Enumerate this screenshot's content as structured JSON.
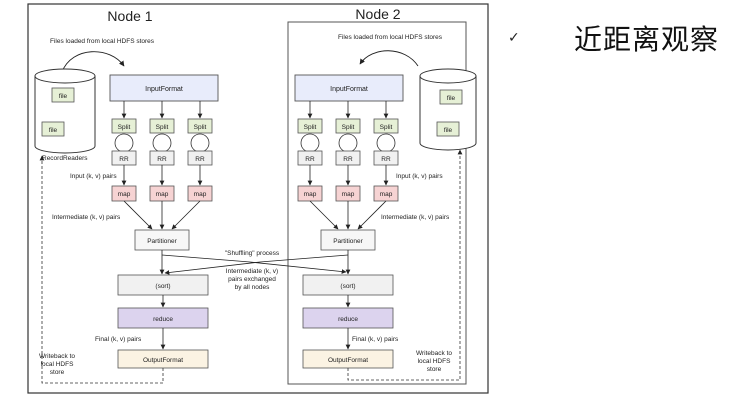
{
  "node1_title": "Node 1",
  "node2_title": "Node 2",
  "files_loaded_label": "Files loaded from local HDFS stores",
  "file_label": "file",
  "input_format_label": "InputFormat",
  "split_label": "Split",
  "rr_label": "RR",
  "record_readers_label": "RecordReaders",
  "input_pairs_label": "Input (k, v) pairs",
  "map_label": "map",
  "intermediate_pairs_label": "Intermediate (k, v) pairs",
  "partitioner_label": "Partitioner",
  "shuffling_label": "\"Shuffling\" process",
  "exchange_label_1": "Intermediate (k, v)",
  "exchange_label_2": "pairs exchanged",
  "exchange_label_3": "by all nodes",
  "sort_label": "(sort)",
  "reduce_label": "reduce",
  "final_pairs_label": "Final (k, v) pairs",
  "output_format_label": "OutputFormat",
  "writeback_1": "Writeback to",
  "writeback_2": "local HDFS",
  "writeback_3": "store",
  "check_mark": "✓",
  "side_heading": "近距离观察",
  "colors": {
    "input_format_fill": "#e8ecfb",
    "split_fill": "#e6f0d6",
    "map_fill": "#f6d3d3",
    "reduce_fill": "#dcd3ee",
    "output_fill": "#fbf3e3",
    "sort_fill": "#f1f1f1",
    "file_fill": "#e6f0d6"
  }
}
